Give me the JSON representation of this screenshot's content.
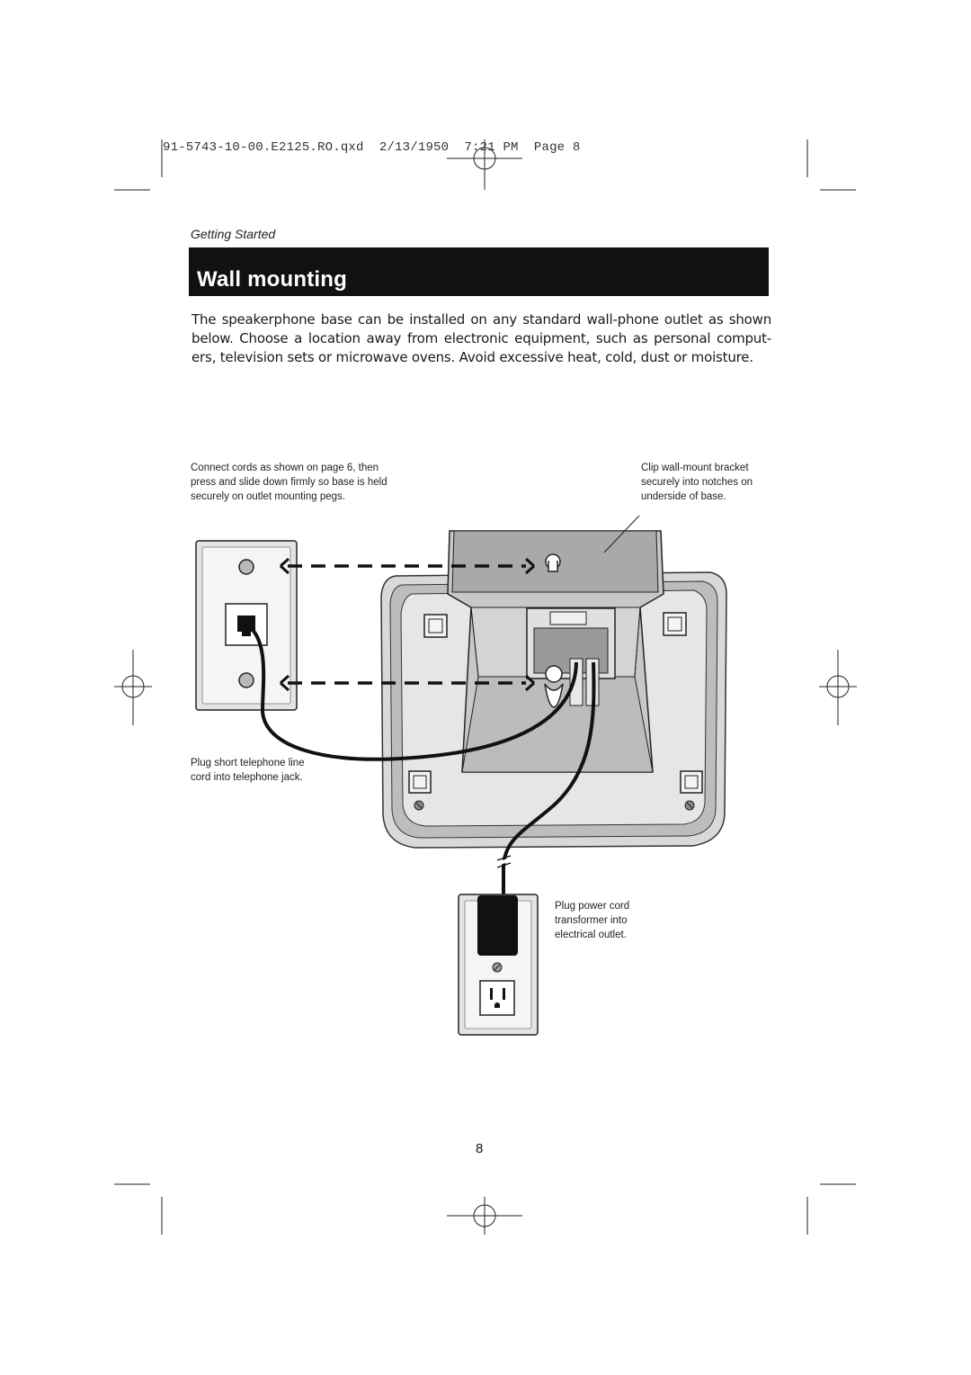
{
  "document": {
    "slug_line": "91-5743-10-00.E2125.RO.qxd  2/13/1950  7:21 PM  Page 8",
    "section": "Getting Started",
    "title": "Wall mounting",
    "intro": "The speakerphone base can be installed on any standard wall-phone outlet as shown below. Choose a location away from electronic equipment, such as personal comput- ers, television sets or microwave ovens. Avoid excessive heat, cold, dust or moisture.",
    "page_number": "8"
  },
  "figure": {
    "callouts": {
      "connect_cords": "Connect cords as shown on page 6, then press and slide down firmly so base is held securely on outlet mounting pegs.",
      "clip_bracket": "Clip wall-mount bracket securely into notches on underside of base.",
      "plug_line_cord": "Plug short telephone line cord into telephone jack.",
      "plug_power_cord": "Plug power cord transformer into electrical outlet."
    }
  }
}
